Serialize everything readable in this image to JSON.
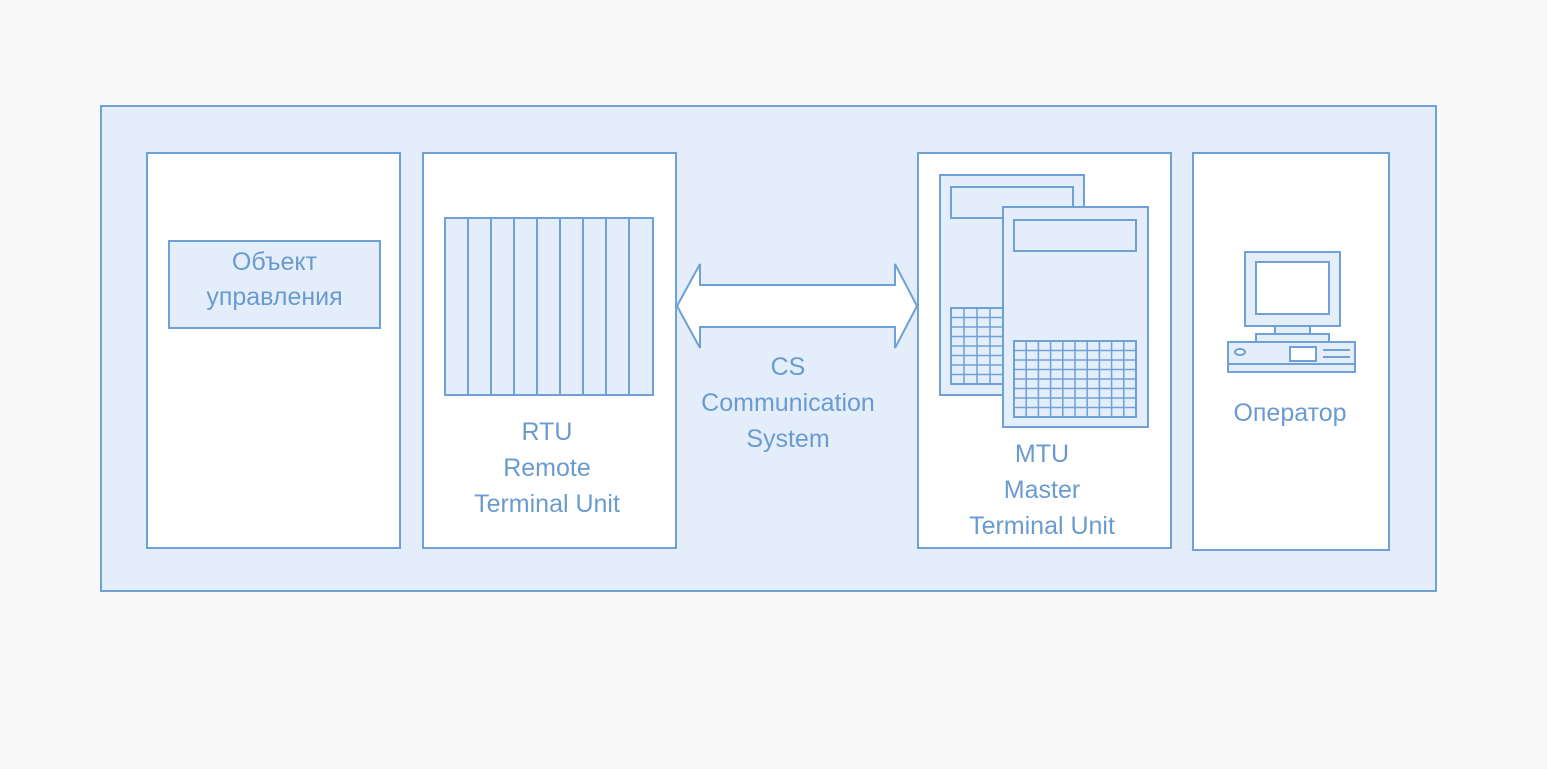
{
  "object": {
    "line1": "Объект",
    "line2": "управления"
  },
  "rtu": {
    "line1": "RTU",
    "line2": "Remote",
    "line3": "Terminal Unit"
  },
  "cs": {
    "line1": "CS",
    "line2": "Communication",
    "line3": "System"
  },
  "mtu": {
    "line1": "MTU",
    "line2": "Master",
    "line3": "Terminal Unit"
  },
  "operator": {
    "label": "Оператор"
  },
  "colors": {
    "stroke": "#6fa0d6",
    "fill_light": "#e3eefa",
    "panel": "#ffffff"
  }
}
